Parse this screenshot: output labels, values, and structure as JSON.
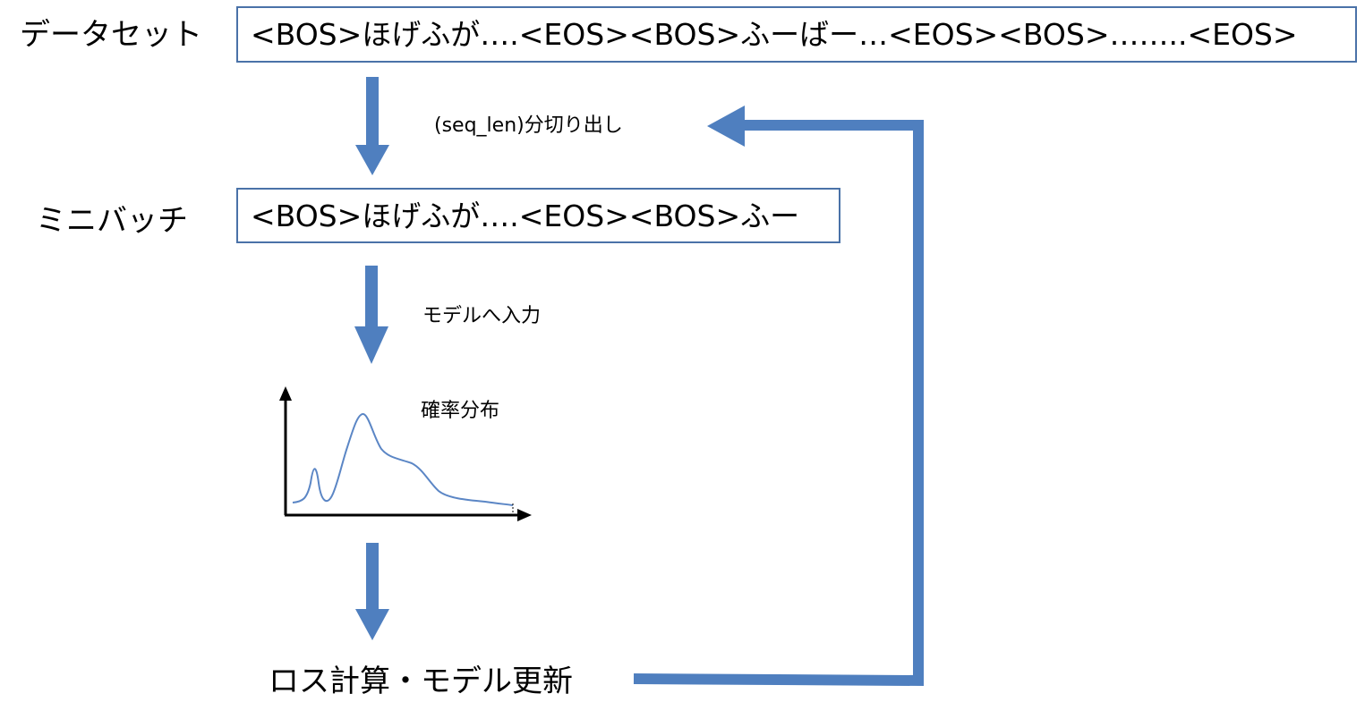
{
  "dataset": {
    "label": "データセット",
    "sequence": "<BOS>ほげふが….<EOS><BOS>ふーばー…<EOS><BOS>……..<EOS>"
  },
  "slice_step": {
    "label": "(seq_len)分切り出し"
  },
  "minibatch": {
    "label": "ミニバッチ",
    "sequence": "<BOS>ほげふが….<EOS><BOS>ふー"
  },
  "model_input": {
    "label": "モデルへ入力"
  },
  "distribution": {
    "label": "確率分布"
  },
  "loss_update": {
    "label": "ロス計算・モデル更新"
  },
  "colors": {
    "arrow": "#4f7fbf",
    "box_border": "#4a72a8",
    "curve": "#5b86c5",
    "axis": "#000000"
  }
}
